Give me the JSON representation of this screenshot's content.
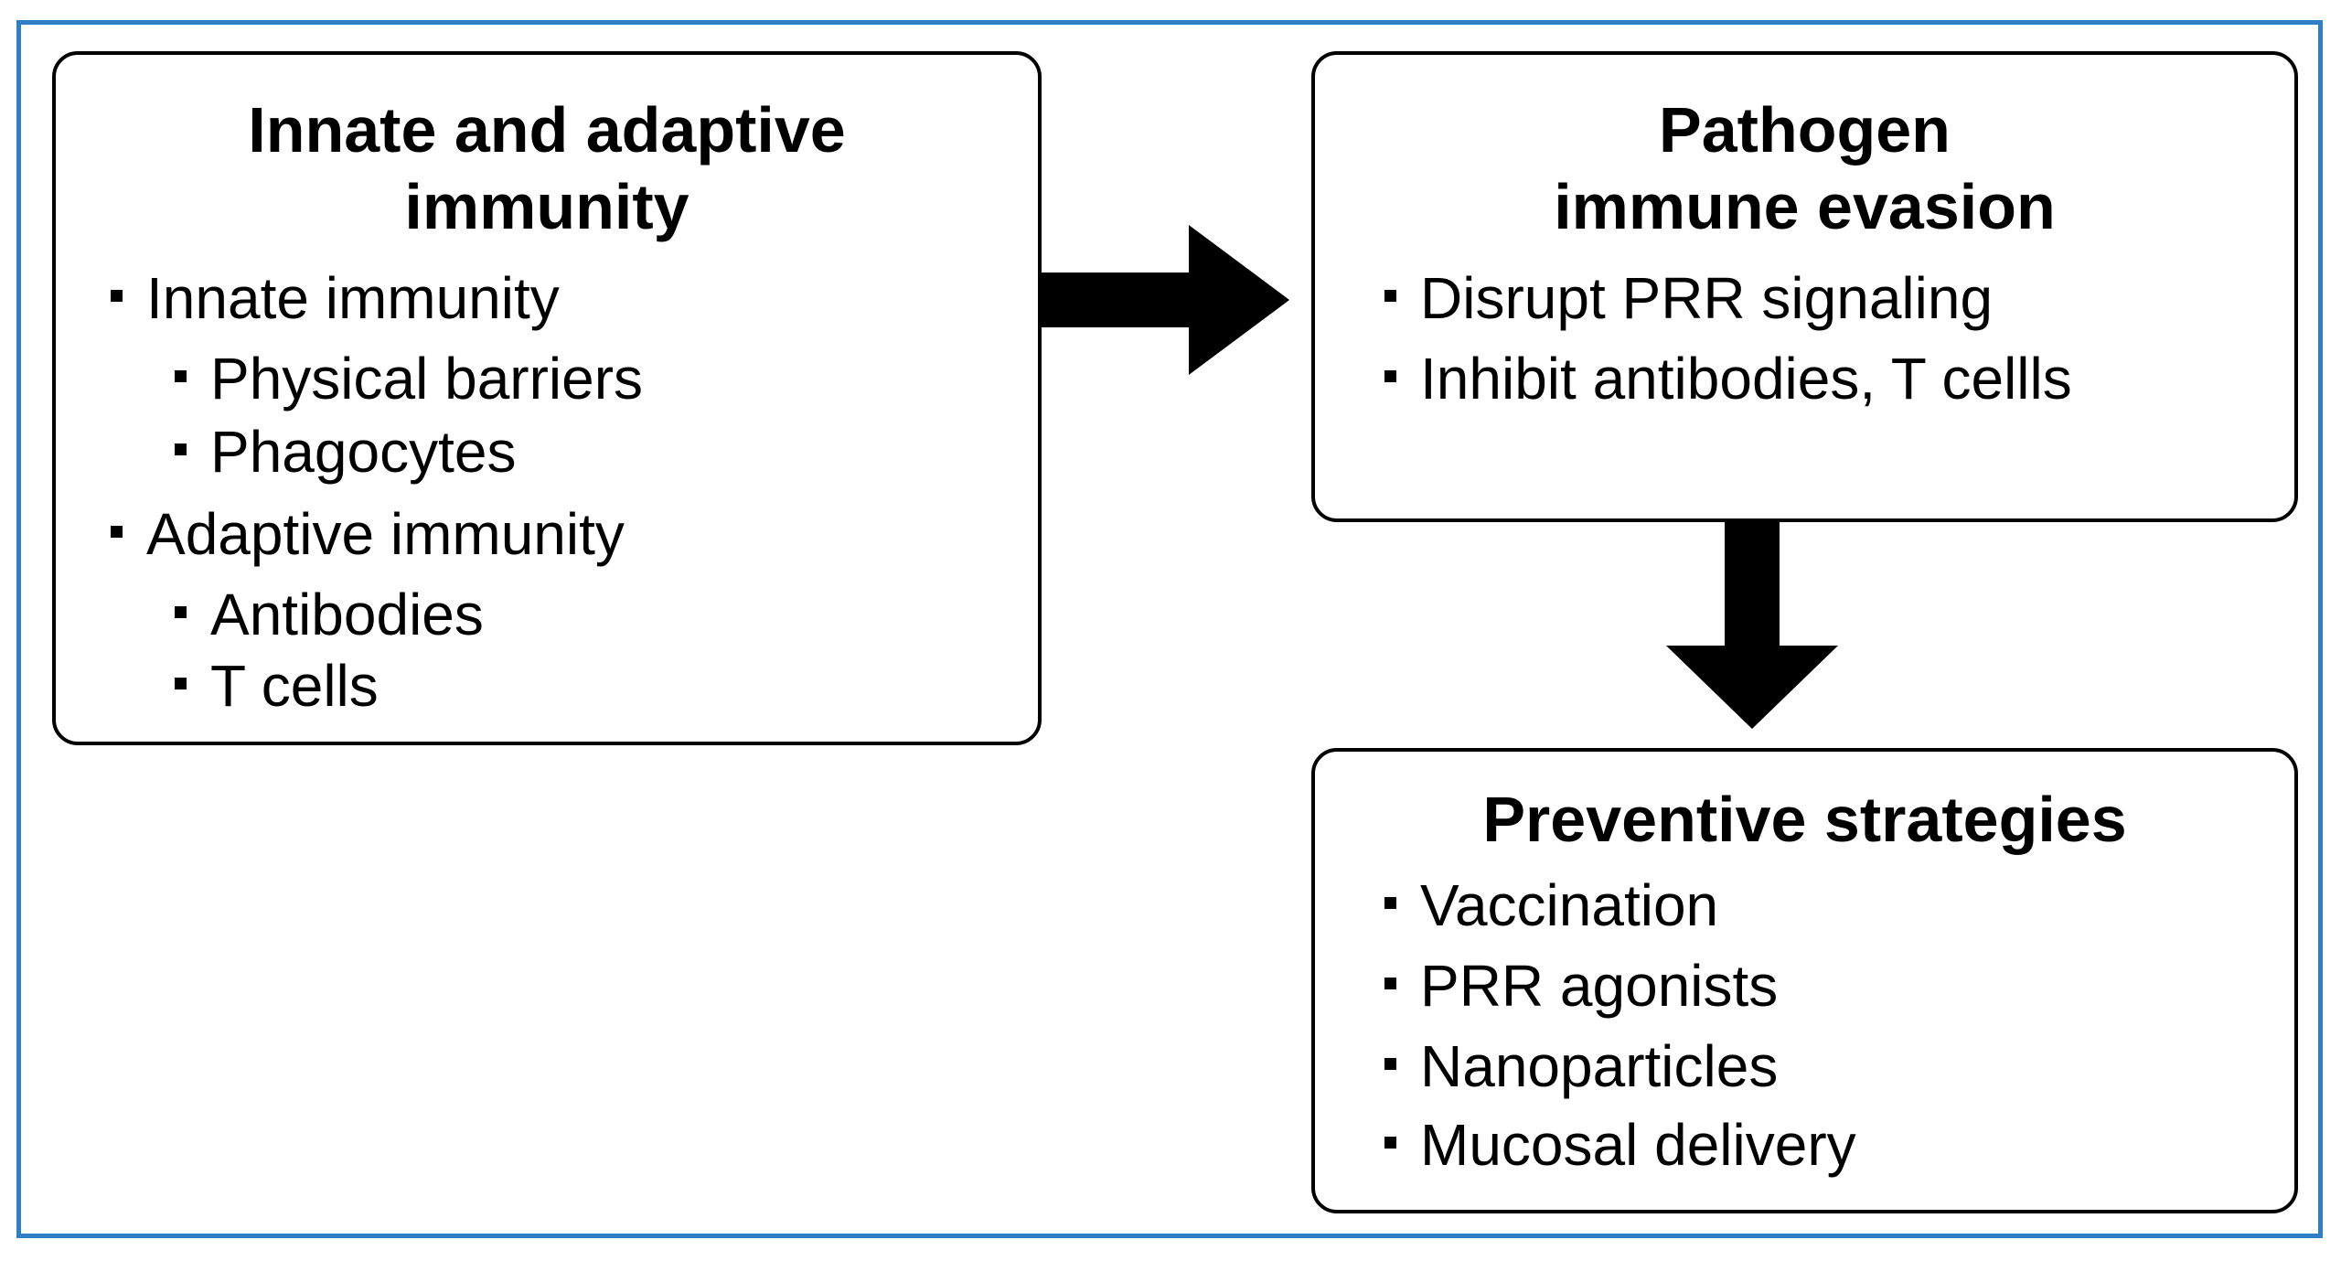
{
  "immunity_box": {
    "title_line1": "Innate and adaptive",
    "title_line2": "immunity",
    "items": [
      {
        "text": "Innate immunity"
      },
      {
        "text": "Physical barriers"
      },
      {
        "text": "Phagocytes"
      },
      {
        "text": "Adaptive immunity"
      },
      {
        "text": "Antibodies"
      },
      {
        "text": "T cells"
      }
    ]
  },
  "evasion_box": {
    "title_line1": "Pathogen",
    "title_line2": "immune evasion",
    "items": [
      {
        "text": "Disrupt PRR signaling"
      },
      {
        "text": "Inhibit antibodies, T cellls"
      }
    ]
  },
  "strategy_box": {
    "title": "Preventive strategies",
    "items": [
      {
        "text": "Vaccination"
      },
      {
        "text": "PRR agonists"
      },
      {
        "text": "Nanoparticles"
      },
      {
        "text": "Mucosal delivery"
      }
    ]
  },
  "colors": {
    "frame_border": "#2f7fc6",
    "box_border": "#000000",
    "arrow_fill": "#000000"
  }
}
